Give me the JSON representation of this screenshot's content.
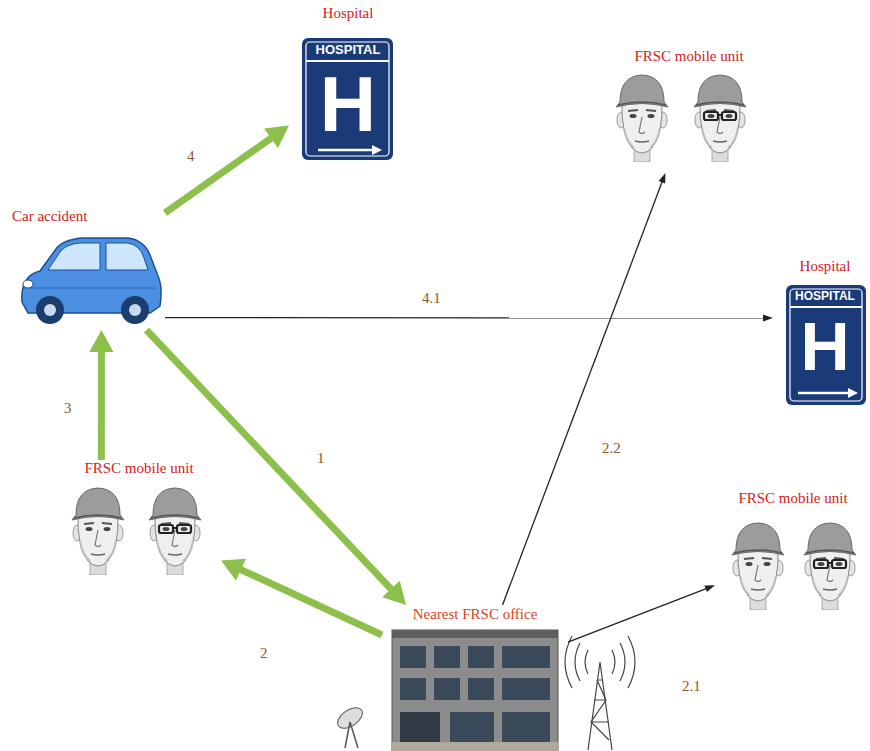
{
  "diagram": {
    "nodes": [
      {
        "text": [
          "Hospital",
          "HOSPITAL",
          "H"
        ]
      },
      {
        "text": [
          "FRSC mobile unit"
        ]
      },
      {
        "text": [
          "Car accident"
        ]
      },
      {
        "text": [
          "Hospital",
          "HOSPITAL",
          "H"
        ]
      },
      {
        "text": [
          "FRSC mobile unit"
        ]
      },
      {
        "text": [
          "FRSC mobile unit"
        ]
      },
      {
        "text": [
          "Nearest FRSC office"
        ]
      }
    ],
    "edges": [
      {
        "from": 2,
        "to": 6,
        "arrow": "to",
        "label": "1"
      },
      {
        "from": 6,
        "to": 4,
        "arrow": "to",
        "label": "2"
      },
      {
        "from": 6,
        "to": 5,
        "arrow": "to",
        "label": "2.1"
      },
      {
        "from": 6,
        "to": 1,
        "arrow": "to",
        "label": "2.2"
      },
      {
        "from": 4,
        "to": 2,
        "arrow": "to",
        "label": "3"
      },
      {
        "from": 2,
        "to": 0,
        "arrow": "to",
        "label": "4"
      },
      {
        "from": 2,
        "to": 3,
        "arrow": "to",
        "label": "4.1"
      }
    ]
  }
}
